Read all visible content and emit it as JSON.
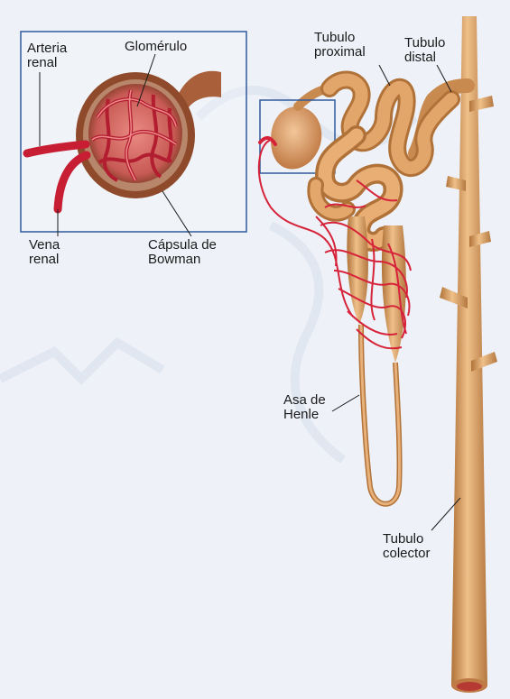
{
  "labels": {
    "arteria_renal": [
      "Arteria",
      "renal"
    ],
    "glomerulo": "Glomérulo",
    "vena_renal": [
      "Vena",
      "renal"
    ],
    "capsula_bowman": [
      "Cápsula de",
      "Bowman"
    ],
    "tubulo_proximal": [
      "Tubulo",
      "proximal"
    ],
    "tubulo_distal": [
      "Tubulo",
      "distal"
    ],
    "asa_henle": [
      "Asa de",
      "Henle"
    ],
    "tubulo_colector": [
      "Tubulo",
      "colector"
    ]
  },
  "colors": {
    "background": "#eef2f8",
    "tubule": "#d99a5c",
    "tubule_dark": "#b07238",
    "tubule_light": "#efc08a",
    "vessel": "#d6233a",
    "capsule": "#8e4a2a",
    "frame": "#2f5a9c"
  }
}
